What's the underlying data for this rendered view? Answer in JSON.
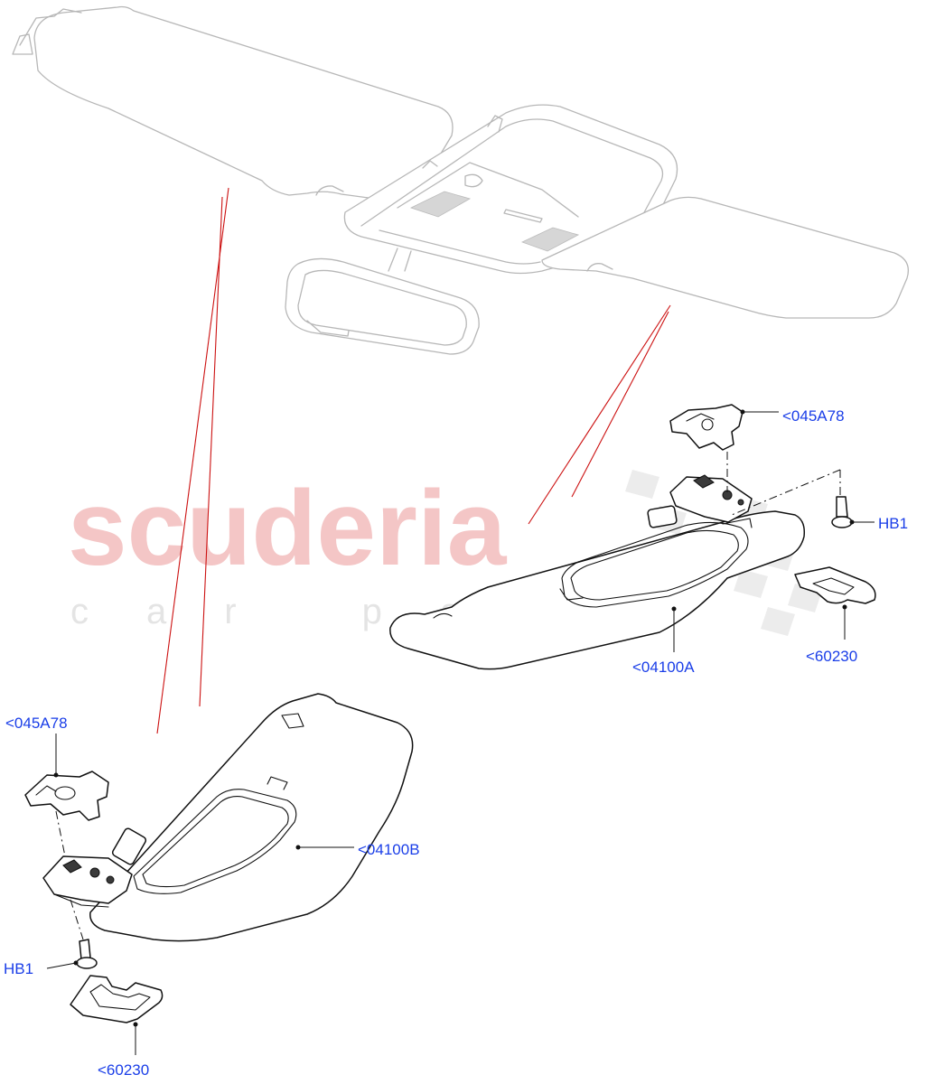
{
  "watermark": {
    "brand": "scuderia",
    "tagline": "car parts"
  },
  "callouts": {
    "right_clip": "<045A78",
    "right_screw": "HB1",
    "right_cover": "<60230",
    "right_visor": "<04100A",
    "left_clip": "<045A78",
    "left_visor": "<04100B",
    "left_screw": "HB1",
    "left_cover": "<60230"
  },
  "colors": {
    "callout_text": "#1a3ee8",
    "reference_lines": "#cc1111",
    "watermark": "#f4c6c6",
    "ghost_parts": "#b7b7b7"
  }
}
